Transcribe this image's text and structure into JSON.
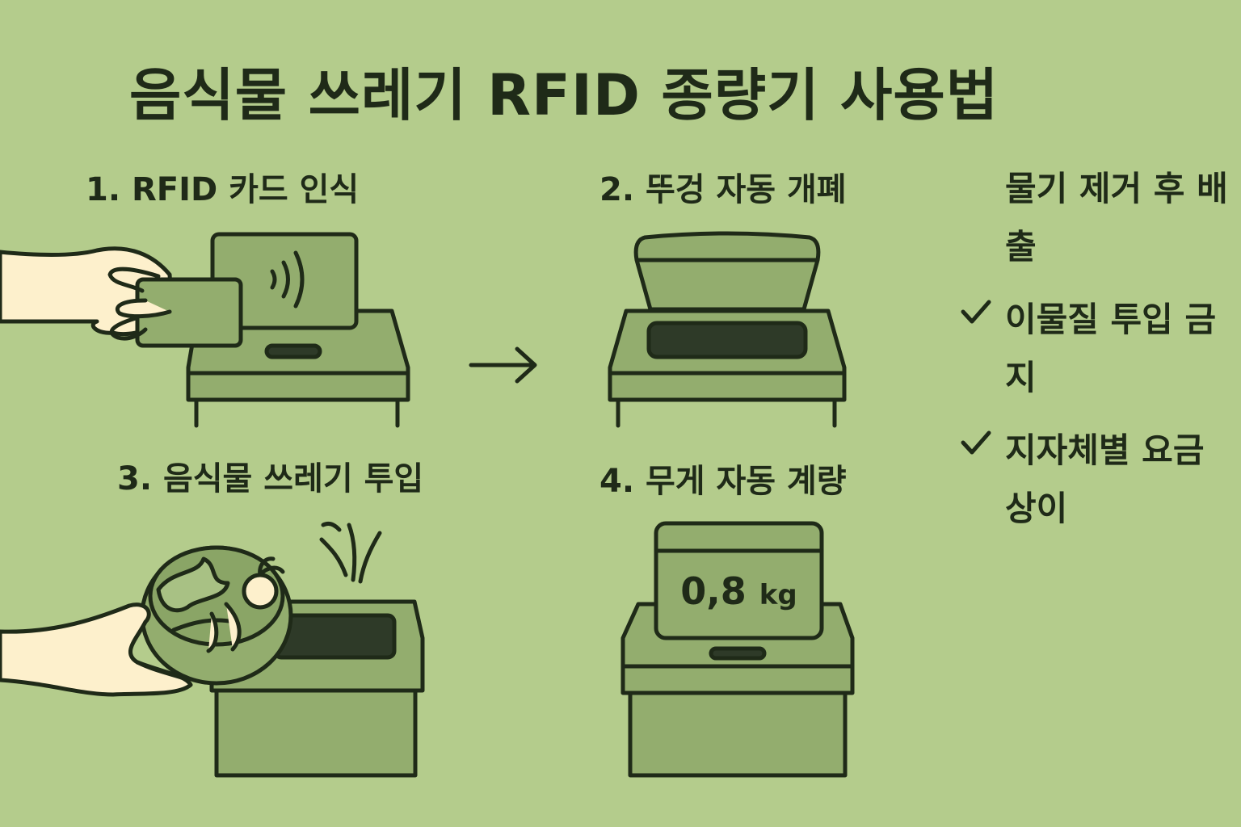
{
  "title": "음식물 쓰레기 RFID 종량기 사용법",
  "steps": [
    {
      "label": "1. RFID 카드 인식"
    },
    {
      "label": "2. 뚜겅 자동 개폐"
    },
    {
      "label": "3. 음식물 쓰레기 투입"
    },
    {
      "label": "4. 무게 자동 계량"
    }
  ],
  "scale": {
    "value": "0,8",
    "unit": "kg"
  },
  "tips": [
    {
      "text": "물기 제거 후 배출",
      "checked": false
    },
    {
      "text": "이물질 투입 금지",
      "checked": true
    },
    {
      "text": "지자체별 요금 상이",
      "checked": true
    }
  ],
  "colors": {
    "background": "#b4cc8c",
    "machine": "#93ad6e",
    "slot": "#2e3a28",
    "outline": "#1f2a18",
    "skin": "#fdf0cc"
  },
  "icons": [
    "hand-with-card",
    "rfid-signal-icon",
    "arrow-right-icon",
    "food-bowl",
    "check-icon"
  ]
}
